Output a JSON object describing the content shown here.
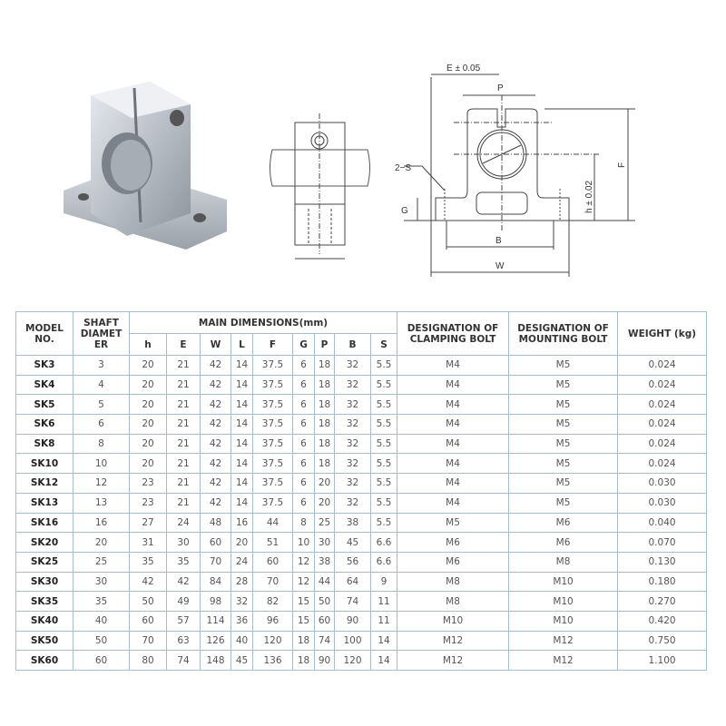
{
  "diagram": {
    "labels": {
      "E": "E ± 0.05",
      "P": "P",
      "S": "2−S",
      "G": "G",
      "h": "h ± 0.02",
      "F": "F",
      "B": "B",
      "W": "W"
    }
  },
  "table": {
    "headers": {
      "model": "MODEL NO.",
      "shaft": "SHAFT DIAMET ER",
      "main": "MAIN DIMENSIONS(mm)",
      "dims": [
        "h",
        "E",
        "W",
        "L",
        "F",
        "G",
        "P",
        "B",
        "S"
      ],
      "clamping": "DESIGNATION OF CLAMPING BOLT",
      "mounting": "DESIGNATION OF MOUNTING BOLT",
      "weight": "WEIGHT (kg)"
    },
    "rows": [
      [
        "SK3",
        "3",
        "20",
        "21",
        "42",
        "14",
        "37.5",
        "6",
        "18",
        "32",
        "5.5",
        "M4",
        "M5",
        "0.024"
      ],
      [
        "SK4",
        "4",
        "20",
        "21",
        "42",
        "14",
        "37.5",
        "6",
        "18",
        "32",
        "5.5",
        "M4",
        "M5",
        "0.024"
      ],
      [
        "SK5",
        "5",
        "20",
        "21",
        "42",
        "14",
        "37.5",
        "6",
        "18",
        "32",
        "5.5",
        "M4",
        "M5",
        "0.024"
      ],
      [
        "SK6",
        "6",
        "20",
        "21",
        "42",
        "14",
        "37.5",
        "6",
        "18",
        "32",
        "5.5",
        "M4",
        "M5",
        "0.024"
      ],
      [
        "SK8",
        "8",
        "20",
        "21",
        "42",
        "14",
        "37.5",
        "6",
        "18",
        "32",
        "5.5",
        "M4",
        "M5",
        "0.024"
      ],
      [
        "SK10",
        "10",
        "20",
        "21",
        "42",
        "14",
        "37.5",
        "6",
        "18",
        "32",
        "5.5",
        "M4",
        "M5",
        "0.024"
      ],
      [
        "SK12",
        "12",
        "23",
        "21",
        "42",
        "14",
        "37.5",
        "6",
        "20",
        "32",
        "5.5",
        "M4",
        "M5",
        "0.030"
      ],
      [
        "SK13",
        "13",
        "23",
        "21",
        "42",
        "14",
        "37.5",
        "6",
        "20",
        "32",
        "5.5",
        "M4",
        "M5",
        "0.030"
      ],
      [
        "SK16",
        "16",
        "27",
        "24",
        "48",
        "16",
        "44",
        "8",
        "25",
        "38",
        "5.5",
        "M5",
        "M6",
        "0.040"
      ],
      [
        "SK20",
        "20",
        "31",
        "30",
        "60",
        "20",
        "51",
        "10",
        "30",
        "45",
        "6.6",
        "M6",
        "M6",
        "0.070"
      ],
      [
        "SK25",
        "25",
        "35",
        "35",
        "70",
        "24",
        "60",
        "12",
        "38",
        "56",
        "6.6",
        "M6",
        "M8",
        "0.130"
      ],
      [
        "SK30",
        "30",
        "42",
        "42",
        "84",
        "28",
        "70",
        "12",
        "44",
        "64",
        "9",
        "M8",
        "M10",
        "0.180"
      ],
      [
        "SK35",
        "35",
        "50",
        "49",
        "98",
        "32",
        "82",
        "15",
        "50",
        "74",
        "11",
        "M8",
        "M10",
        "0.270"
      ],
      [
        "SK40",
        "40",
        "60",
        "57",
        "114",
        "36",
        "96",
        "15",
        "60",
        "90",
        "11",
        "M10",
        "M10",
        "0.420"
      ],
      [
        "SK50",
        "50",
        "70",
        "63",
        "126",
        "40",
        "120",
        "18",
        "74",
        "100",
        "14",
        "M12",
        "M12",
        "0.750"
      ],
      [
        "SK60",
        "60",
        "80",
        "74",
        "148",
        "45",
        "136",
        "18",
        "90",
        "120",
        "14",
        "M12",
        "M12",
        "1.100"
      ]
    ]
  }
}
